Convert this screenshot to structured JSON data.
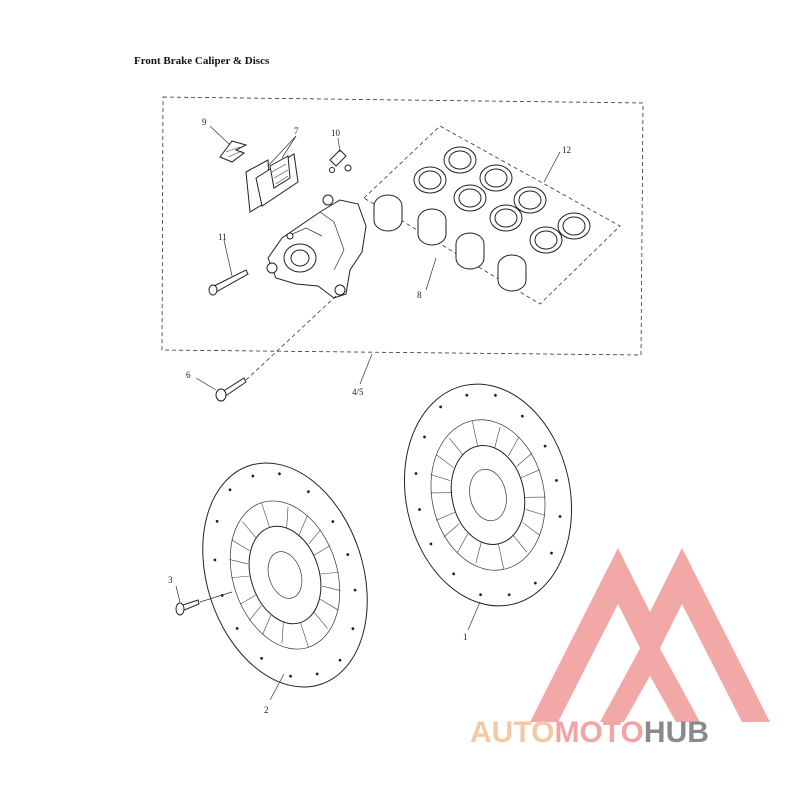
{
  "title": "Front Brake Caliper & Discs",
  "callouts": {
    "c1": "1",
    "c2": "2",
    "c3": "3",
    "c45": "4/5",
    "c6": "6",
    "c7": "7",
    "c8": "8",
    "c9": "9",
    "c10": "10",
    "c11": "11",
    "c12": "12"
  },
  "watermark": {
    "part1": "AUTO",
    "part2": "MOTO",
    "part3": "HUB",
    "colors": {
      "auto": "#f3c9a3",
      "moto": "#f2a3a3",
      "hub": "#8a8a8a"
    }
  }
}
